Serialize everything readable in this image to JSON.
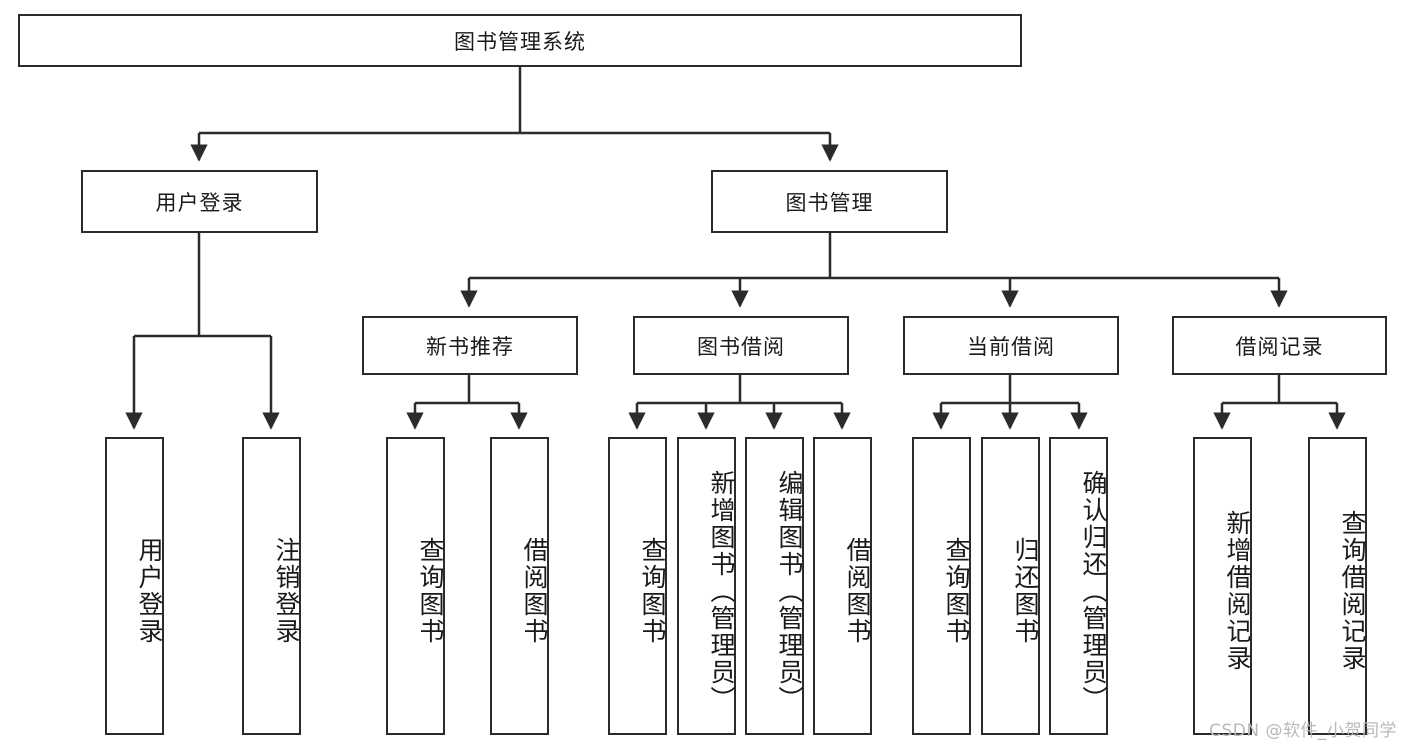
{
  "diagram": {
    "type": "tree-hierarchy-diagram",
    "title_node": "图书管理系统",
    "line_color": "#2b2b2b",
    "box_fill": "#ffffff",
    "text_color": "#1a1a1a"
  },
  "root": {
    "label": "图书管理系统"
  },
  "level2": {
    "user_login": {
      "label": "用户登录"
    },
    "book_manage": {
      "label": "图书管理"
    }
  },
  "level3": {
    "new_book_rec": {
      "label": "新书推荐"
    },
    "book_borrow": {
      "label": "图书借阅"
    },
    "current_borrow": {
      "label": "当前借阅"
    },
    "borrow_record": {
      "label": "借阅记录"
    }
  },
  "leaves": {
    "user_login": [
      {
        "label": "用户登录"
      },
      {
        "label": "注销登录"
      }
    ],
    "new_book_rec": [
      {
        "label": "查询图书"
      },
      {
        "label": "借阅图书"
      }
    ],
    "book_borrow": [
      {
        "label": "查询图书"
      },
      {
        "label": "新增图书（管理员）"
      },
      {
        "label": "编辑图书（管理员）"
      },
      {
        "label": "借阅图书"
      }
    ],
    "current_borrow": [
      {
        "label": "查询图书"
      },
      {
        "label": "归还图书"
      },
      {
        "label": "确认归还（管理员）"
      }
    ],
    "borrow_record": [
      {
        "label": "新增借阅记录"
      },
      {
        "label": "查询借阅记录"
      }
    ]
  },
  "watermark": {
    "text": "CSDN @软件_小贺同学"
  }
}
